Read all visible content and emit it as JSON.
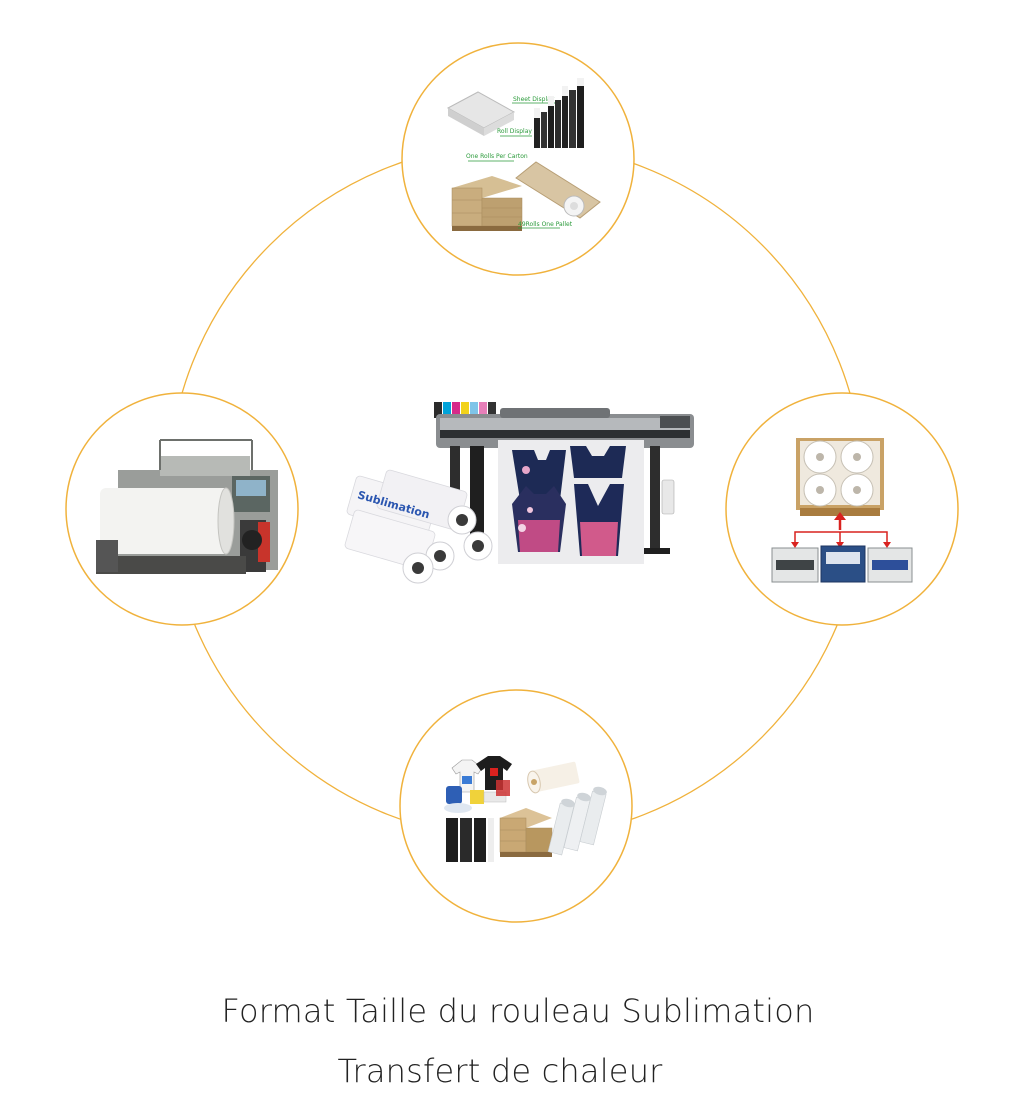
{
  "colors": {
    "ring": "#f0b23c",
    "label_green": "#2a9a3a",
    "arrow_red": "#d9221f",
    "caption": "#222222"
  },
  "illustrations": {
    "top_labels": {
      "sheet": "Sheet Display",
      "roll": "Roll Display",
      "carton": "One Rolls Per Carton",
      "pallet": "49Rolls One Pallet"
    },
    "center_roll_print": "Sublimation"
  },
  "caption": {
    "line1": "Format Taille du rouleau Sublimation",
    "line2": "Transfert de chaleur"
  }
}
